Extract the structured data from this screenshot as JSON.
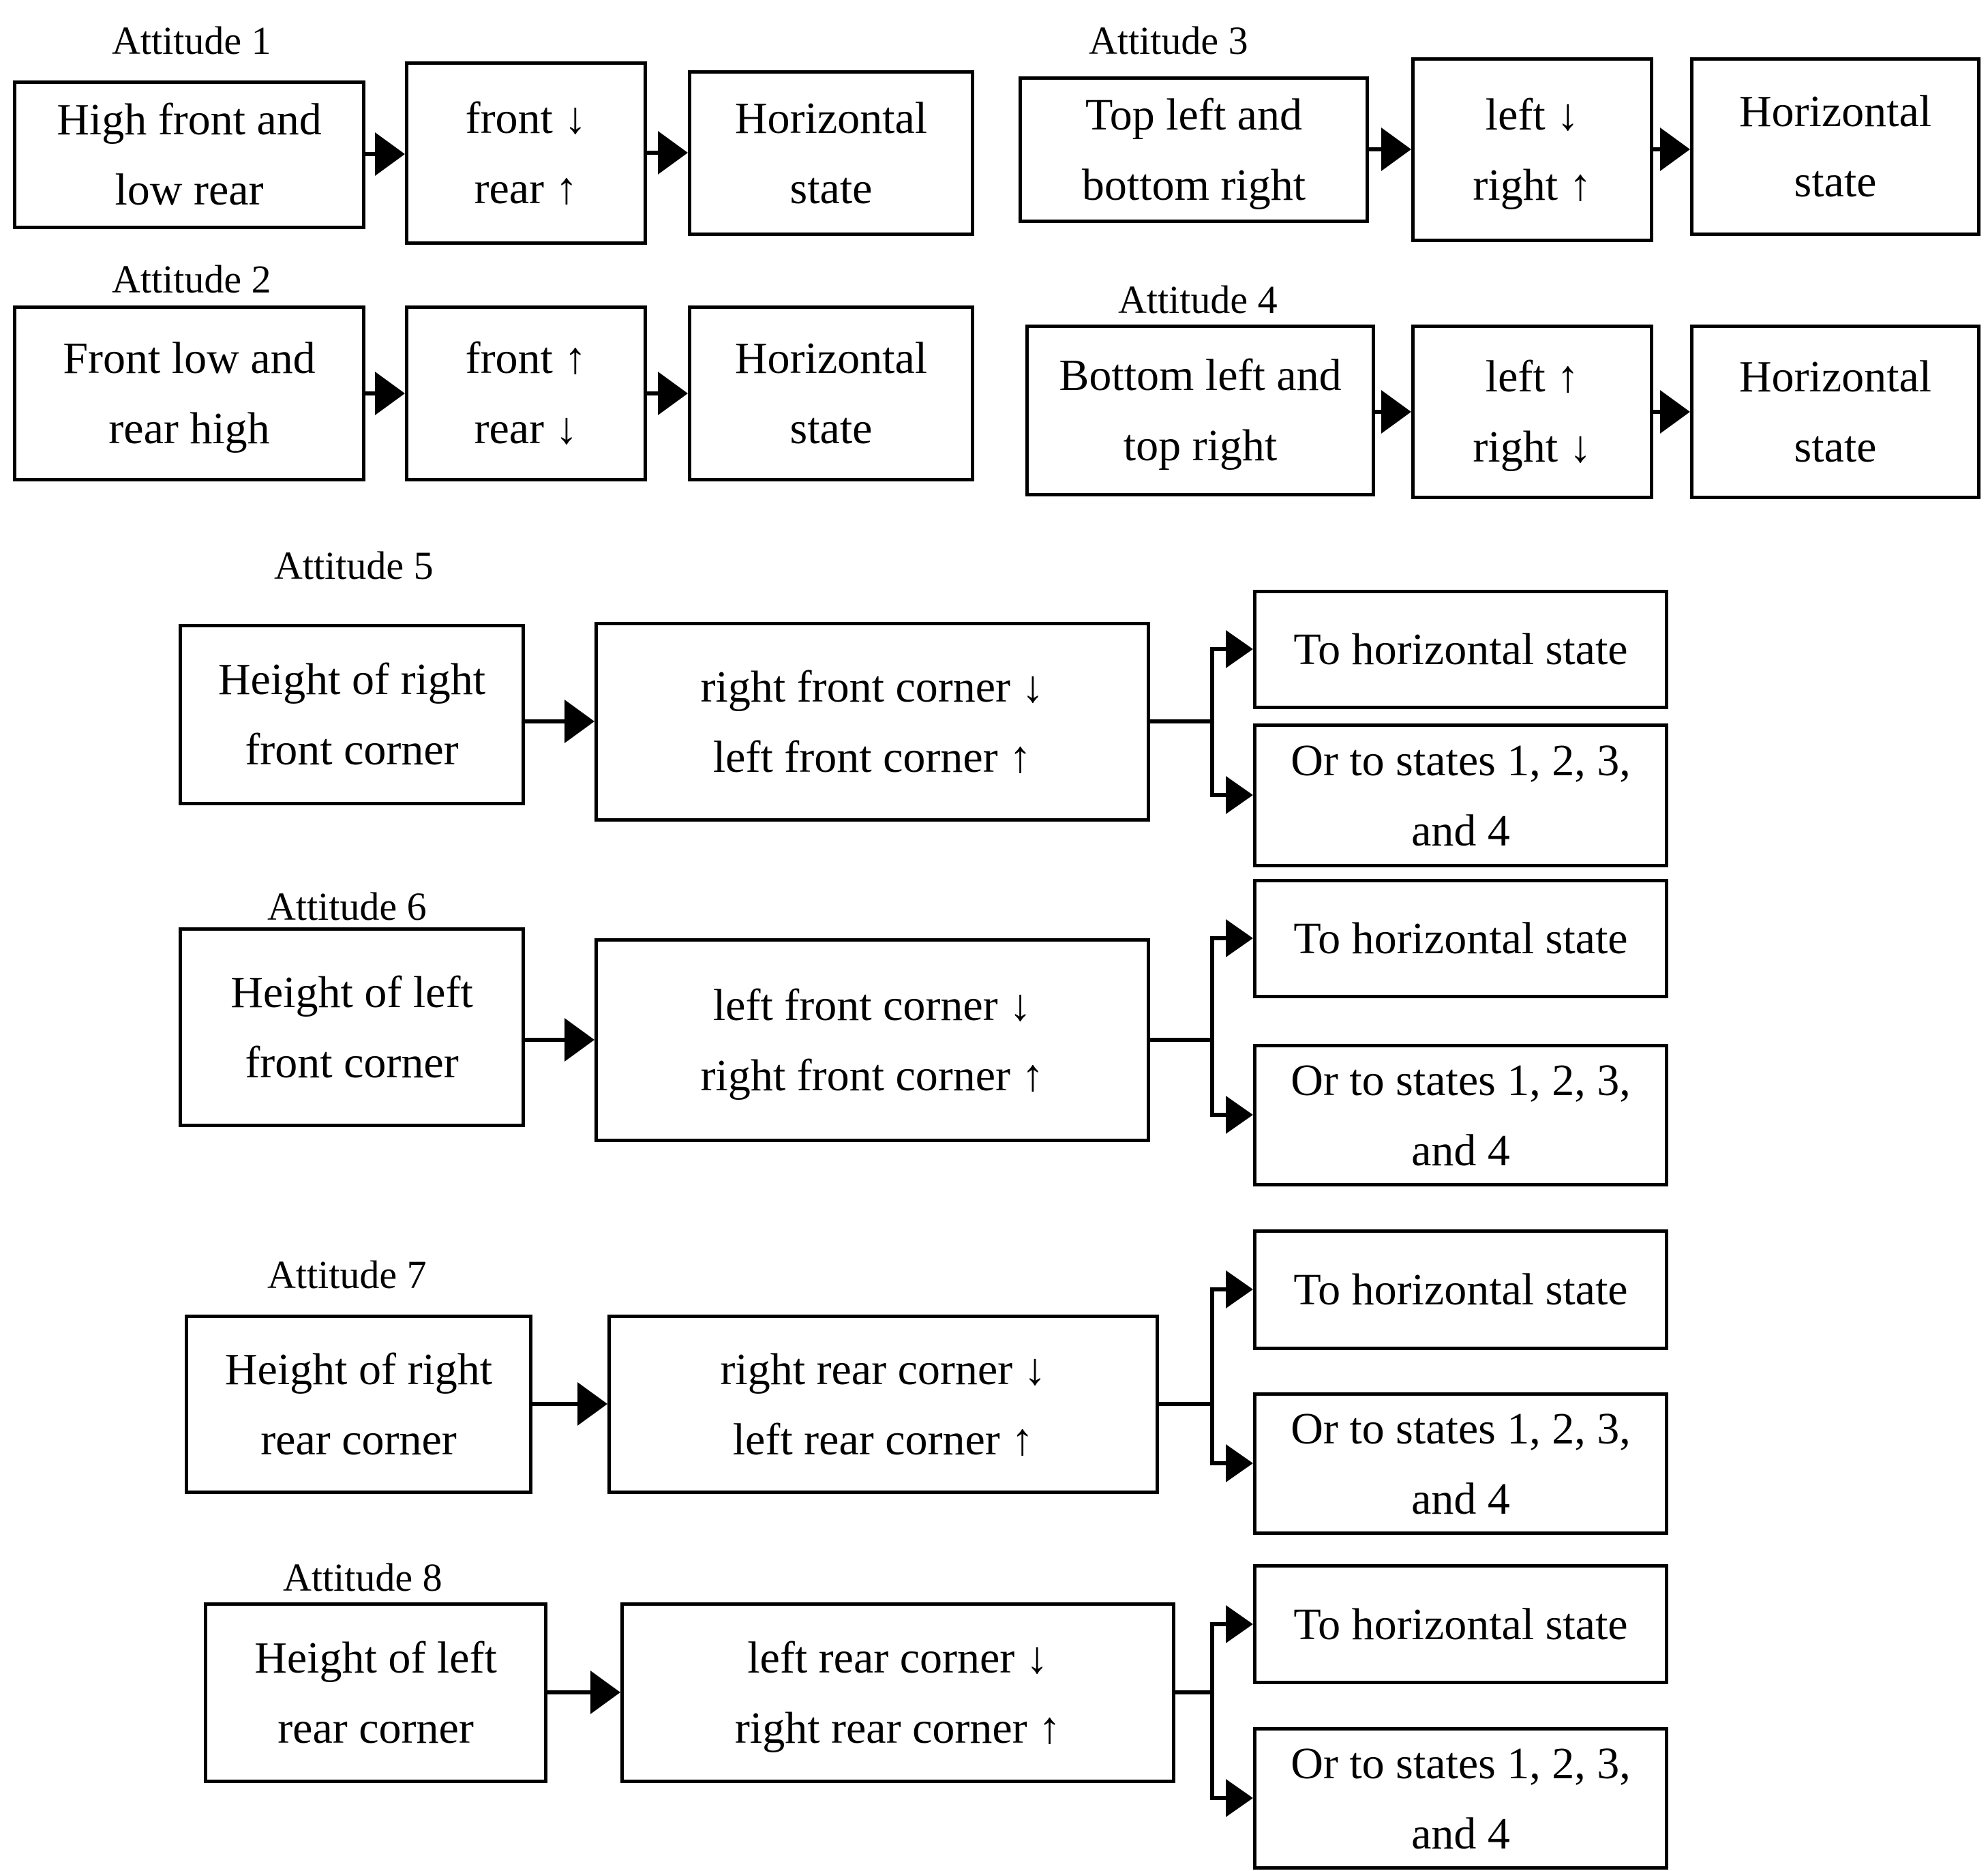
{
  "attitudes": [
    {
      "label": "Attitude 1",
      "source": "High front and\nlow rear",
      "action": "front ↓\nrear ↑",
      "result": "Horizontal\nstate"
    },
    {
      "label": "Attitude 2",
      "source": "Front low and\nrear high",
      "action": "front ↑\nrear ↓",
      "result": "Horizontal\nstate"
    },
    {
      "label": "Attitude 3",
      "source": "Top left and\nbottom right",
      "action": "left ↓\nright ↑",
      "result": "Horizontal\nstate"
    },
    {
      "label": "Attitude 4",
      "source": "Bottom left and\ntop right",
      "action": "left ↑\nright ↓",
      "result": "Horizontal\nstate"
    },
    {
      "label": "Attitude 5",
      "source": "Height of right\nfront corner",
      "action": "right front corner ↓\nleft front corner ↑",
      "result1": "To horizontal state",
      "result2": "Or to states 1, 2, 3,\nand 4"
    },
    {
      "label": "Attitude 6",
      "source": "Height of left\nfront corner",
      "action": "left front corner ↓\nright front corner ↑",
      "result1": "To horizontal state",
      "result2": "Or to states 1, 2, 3,\nand 4"
    },
    {
      "label": "Attitude 7",
      "source": "Height of right\nrear corner",
      "action": "right rear corner ↓\nleft rear corner ↑",
      "result1": "To horizontal state",
      "result2": "Or to states 1, 2, 3,\nand 4"
    },
    {
      "label": "Attitude 8",
      "source": "Height of left\nrear corner",
      "action": "left rear corner ↓\nright rear corner ↑",
      "result1": "To horizontal state",
      "result2": "Or to states 1, 2, 3,\nand 4"
    }
  ],
  "colors": {
    "background": "#ffffff",
    "line": "#000000",
    "text": "#000000"
  }
}
